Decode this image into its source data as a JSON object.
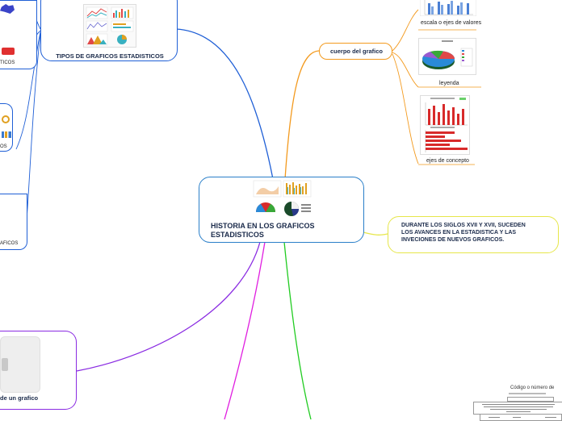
{
  "central": {
    "title": "HISTORIA EN LOS GRAFICOS ESTADISTICOS",
    "thumb_labels": [
      "",
      "",
      "",
      ""
    ]
  },
  "left_top": {
    "label": "TIPOS DE GRAFICOS ESTADISTICOS"
  },
  "left_edge": {
    "items": [
      "TICOS",
      "OS",
      "AFICOS"
    ]
  },
  "left_bottom": {
    "label": "de un grafico"
  },
  "cuerpo": {
    "label": "cuerpo del grafico"
  },
  "children": [
    {
      "label": "escala o ejes de valores"
    },
    {
      "label": "leyenda"
    },
    {
      "label": "ejes de concepto"
    }
  ],
  "right_note": {
    "text": "DURANTE LOS SIGLOS XVII Y XVII, SUCEDEN LOS AVANCES EN LA ESTADISTICA Y LAS INVECIONES DE NUEVOS GRAFICOS."
  },
  "bottom_right_doc": {
    "title": "Código o número de"
  },
  "colors": {
    "central_border": "#2a7fc9",
    "blue_link": "#1f5fd6",
    "orange_link": "#f39a1e",
    "purple_link": "#8a2be2",
    "magenta_link": "#e01ee0",
    "green_link": "#22cc22",
    "yellow_link": "#e6e64a"
  }
}
